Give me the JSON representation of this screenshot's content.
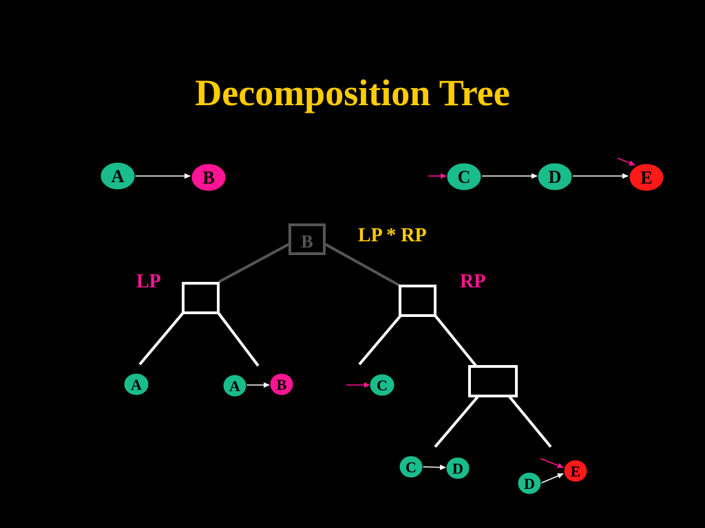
{
  "title": "Decomposition Tree",
  "labels": {
    "lp_star_rp": "LP * RP",
    "lp": "LP",
    "rp": "RP",
    "root_box": "B"
  },
  "colors": {
    "title": "#FFCC00",
    "green": "#1ABC8C",
    "magenta": "#FF1493",
    "red": "#FF1A1A",
    "edge": "#FFFFFF",
    "arrow_pink": "#FF1493",
    "root": "#555555"
  },
  "top_graphs": {
    "left": [
      {
        "text": "A",
        "color": "green"
      },
      {
        "text": "B",
        "color": "magenta"
      }
    ],
    "right": [
      {
        "text": "C",
        "color": "green"
      },
      {
        "text": "D",
        "color": "green"
      },
      {
        "text": "E",
        "color": "red"
      }
    ]
  },
  "leaves": {
    "a_single": "A",
    "a_to_b": [
      "A",
      "B"
    ],
    "c_single": "C",
    "c_to_d": [
      "C",
      "D"
    ],
    "d_to_e": [
      "D",
      "E"
    ]
  }
}
